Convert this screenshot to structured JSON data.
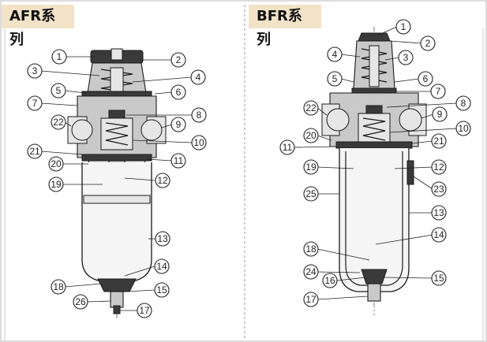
{
  "left_panel": {
    "title": "AFR系列",
    "callouts": [
      "1",
      "2",
      "3",
      "4",
      "5",
      "6",
      "7",
      "8",
      "9",
      "10",
      "11",
      "12",
      "13",
      "14",
      "15",
      "17",
      "18",
      "19",
      "20",
      "21",
      "22",
      "26"
    ]
  },
  "right_panel": {
    "title": "BFR系列",
    "callouts": [
      "1",
      "2",
      "3",
      "4",
      "5",
      "6",
      "7",
      "8",
      "9",
      "10",
      "11",
      "12",
      "13",
      "14",
      "15",
      "16",
      "17",
      "18",
      "19",
      "20",
      "21",
      "22",
      "23",
      "24",
      "25"
    ]
  }
}
